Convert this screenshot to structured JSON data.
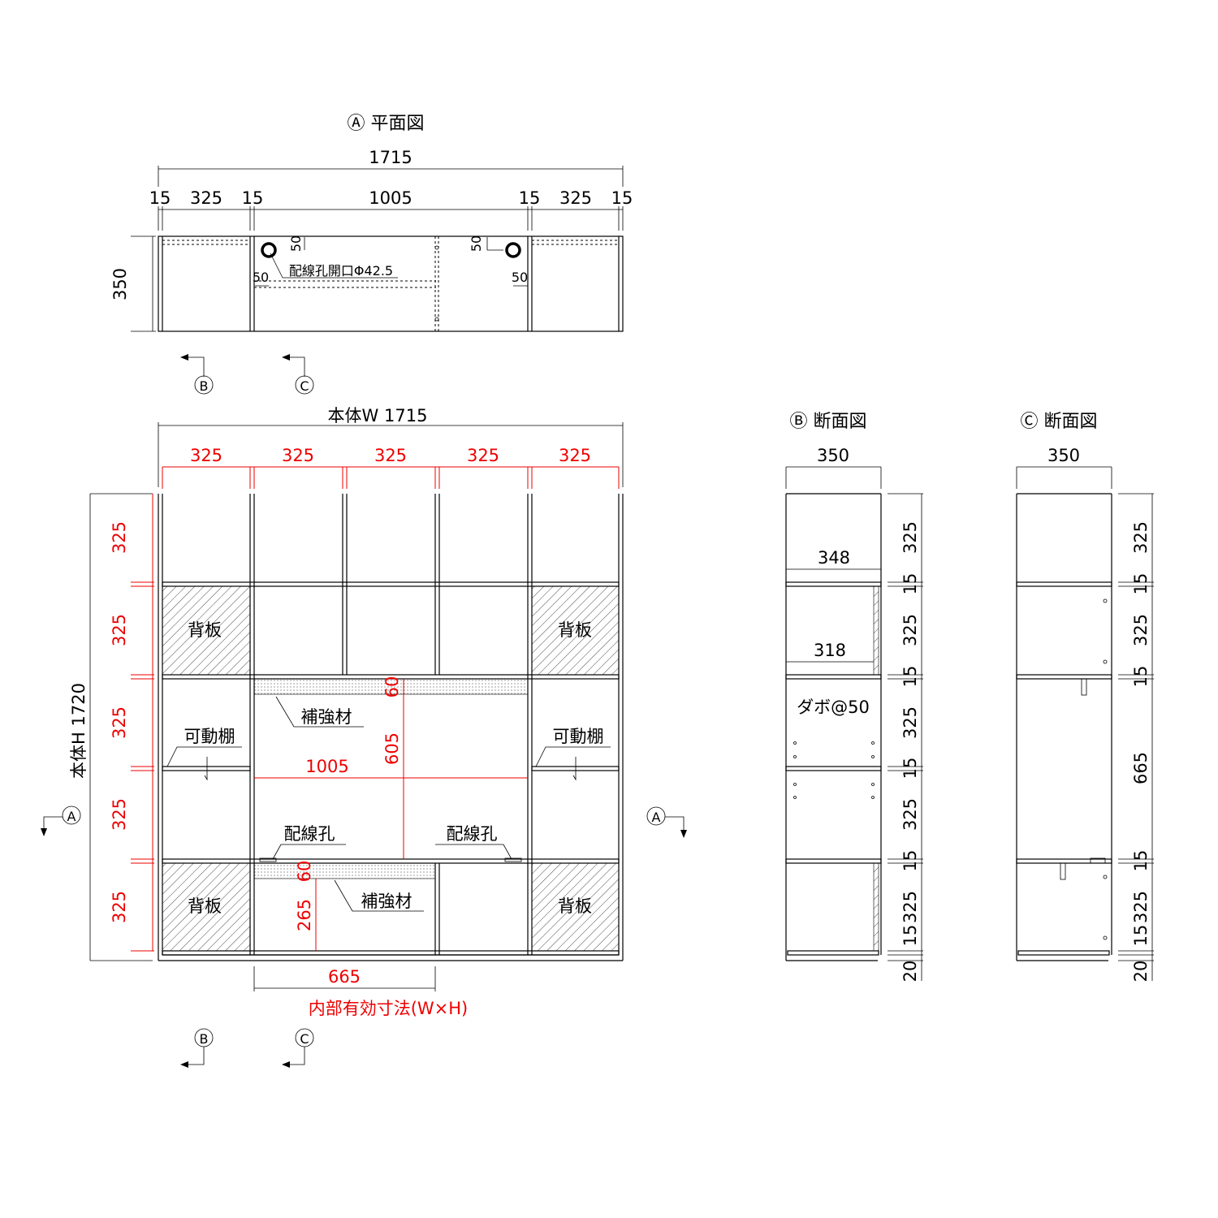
{
  "plan": {
    "title": "Ⓐ 平面図",
    "total_width": "1715",
    "segments": [
      "15",
      "325",
      "15",
      "1005",
      "15",
      "325",
      "15"
    ],
    "depth": "350",
    "hole_note": "配線孔開口Φ42.5",
    "hole_offsets": [
      "50",
      "50",
      "50",
      "50"
    ]
  },
  "markers": {
    "a": "A",
    "b": "B",
    "c": "C"
  },
  "front": {
    "width_label": "本体W 1715",
    "height_label": "本体H 1720",
    "column_widths": [
      "325",
      "325",
      "325",
      "325",
      "325"
    ],
    "row_heights": [
      "325",
      "325",
      "325",
      "325",
      "325"
    ],
    "back_panel": "背板",
    "movable_shelf": "可動棚",
    "reinforcement": "補強材",
    "wiring_hole": "配線孔",
    "inner_width": "1005",
    "inner_height": "605",
    "reinforce_height_1": "60",
    "reinforce_height_2": "60",
    "lower_height": "265",
    "lower_width": "665",
    "effective_note": "内部有効寸法(W×H)"
  },
  "section_b": {
    "title": "Ⓑ 断面図",
    "depth": "350",
    "shelf_depth_1": "348",
    "shelf_depth_2": "318",
    "dowel_note": "ダボ@50",
    "dims": [
      "325",
      "15",
      "325",
      "15",
      "325",
      "15",
      "325",
      "15",
      "325",
      "15",
      "20"
    ]
  },
  "section_c": {
    "title": "Ⓒ 断面図",
    "depth": "350",
    "dims": [
      "325",
      "15",
      "325",
      "15",
      "665",
      "15",
      "325",
      "15",
      "20"
    ]
  },
  "colors": {
    "line": "#000000",
    "dimension_red": "#e00000"
  }
}
